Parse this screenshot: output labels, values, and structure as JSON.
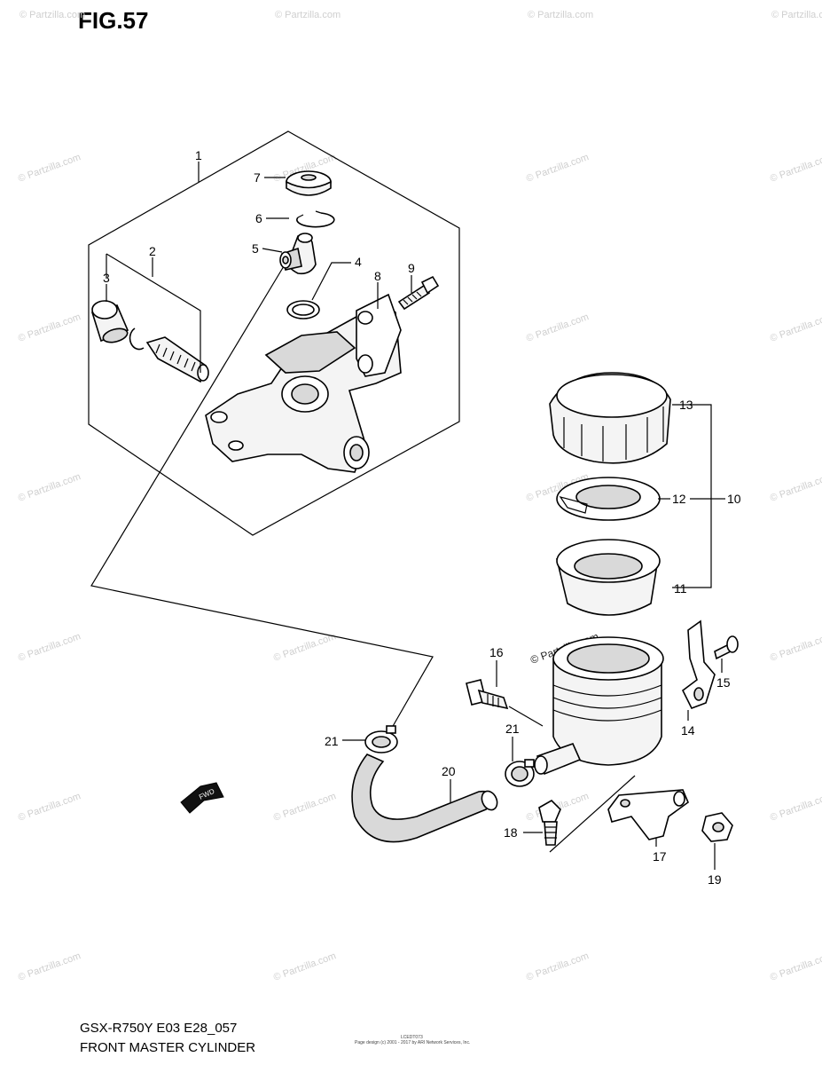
{
  "figure": {
    "title": "FIG.57"
  },
  "footer": {
    "model": "GSX-R750Y E03 E28_057",
    "name": "FRONT MASTER CYLINDER",
    "credit_line1": "LCEDT073",
    "credit_line2": "Page design (c) 2001 - 2017 by ARI Network Services, Inc."
  },
  "watermark": {
    "text": "© Partzilla.com"
  },
  "fwd_label": "FWD",
  "callouts": {
    "c1": "1",
    "c2": "2",
    "c3": "3",
    "c4": "4",
    "c5": "5",
    "c6": "6",
    "c7": "7",
    "c8": "8",
    "c9": "9",
    "c10": "10",
    "c11": "11",
    "c12": "12",
    "c13": "13",
    "c14": "14",
    "c15": "15",
    "c16": "16",
    "c17": "17",
    "c18": "18",
    "c19": "19",
    "c20": "20",
    "c21a": "21",
    "c21b": "21"
  }
}
